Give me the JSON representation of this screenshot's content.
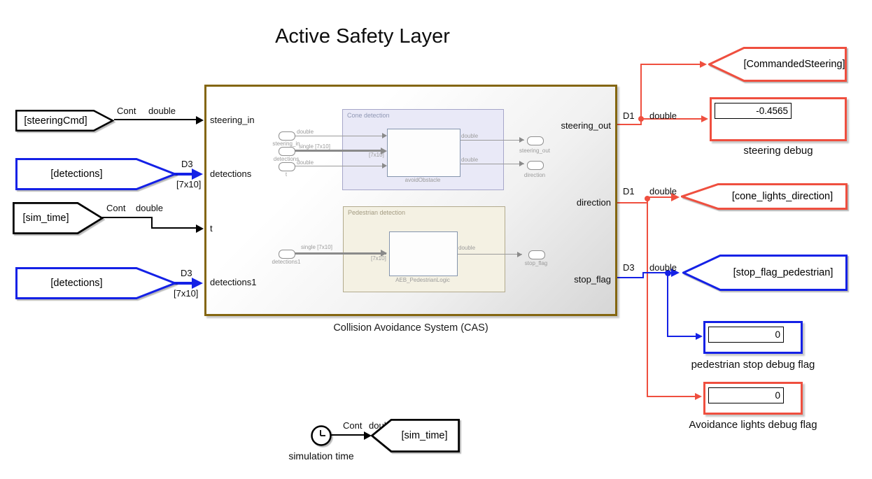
{
  "title": "Active Safety Layer",
  "colors": {
    "red": "#ef4f3f",
    "blue": "#1421e6",
    "subsystem_border": "#846610",
    "wire_black": "#000000",
    "preview_gray": "#9b9b9b"
  },
  "annotations": {
    "cont": "Cont",
    "double": "double",
    "d1": "D1",
    "d3": "D3",
    "dim_7x10": "[7x10]"
  },
  "tags": {
    "steering_cmd": "[steeringCmd]",
    "detections": "[detections]",
    "sim_time": "[sim_time]",
    "commanded_steering": "[CommandedSteering]",
    "cone_lights_direction": "[cone_lights_direction]",
    "stop_flag_pedestrian": "[stop_flag_pedestrian]"
  },
  "subsystem": {
    "name": "Collision Avoidance System (CAS)",
    "ports": {
      "steering_in": "steering_in",
      "detections": "detections",
      "t": "t",
      "detections1": "detections1",
      "steering_out": "steering_out",
      "direction": "direction",
      "stop_flag": "stop_flag"
    },
    "preview": {
      "cone_area_title": "Cone detection",
      "pedestrian_area_title": "Pedestrian detection",
      "avoid_block_label": "avoidObstacle",
      "aeb_block_label": "AEB_PedestrianLogic",
      "sig_double": "double",
      "sig_single_7x10": "single [7x10]",
      "sig_dim_7x10": "[7x10]"
    }
  },
  "displays": {
    "steering_debug": {
      "value": "-0.4565",
      "label": "steering debug"
    },
    "pedestrian_flag": {
      "value": "0",
      "label": "pedestrian stop debug flag"
    },
    "avoidance_flag": {
      "value": "0",
      "label": "Avoidance lights debug flag"
    }
  },
  "clock": {
    "label": "simulation time"
  }
}
